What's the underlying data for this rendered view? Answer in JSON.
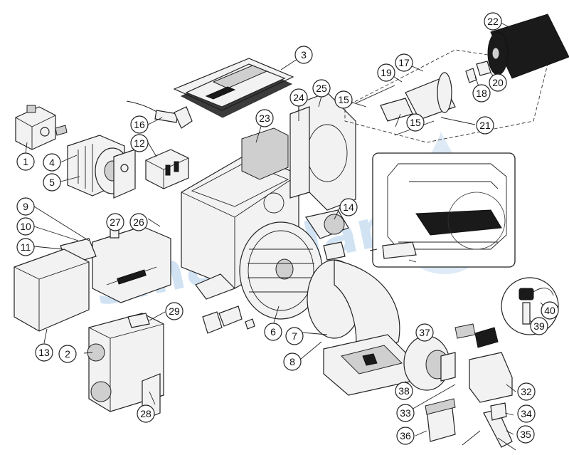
{
  "watermark": {
    "text": "SmartFlam",
    "color": "#6aa5d8"
  },
  "callouts": [
    {
      "label": "1"
    },
    {
      "label": "2"
    },
    {
      "label": "3"
    },
    {
      "label": "4"
    },
    {
      "label": "5"
    },
    {
      "label": "6"
    },
    {
      "label": "7"
    },
    {
      "label": "8"
    },
    {
      "label": "9"
    },
    {
      "label": "10"
    },
    {
      "label": "11"
    },
    {
      "label": "12"
    },
    {
      "label": "13"
    },
    {
      "label": "14"
    },
    {
      "label": "15"
    },
    {
      "label": "15"
    },
    {
      "label": "16"
    },
    {
      "label": "17"
    },
    {
      "label": "18"
    },
    {
      "label": "19"
    },
    {
      "label": "20"
    },
    {
      "label": "21"
    },
    {
      "label": "22"
    },
    {
      "label": "23"
    },
    {
      "label": "24"
    },
    {
      "label": "25"
    },
    {
      "label": "26"
    },
    {
      "label": "27"
    },
    {
      "label": "28"
    },
    {
      "label": "29"
    },
    {
      "label": "32"
    },
    {
      "label": "33"
    },
    {
      "label": "34"
    },
    {
      "label": "35"
    },
    {
      "label": "36"
    },
    {
      "label": "37"
    },
    {
      "label": "38"
    },
    {
      "label": "39"
    },
    {
      "label": "40"
    }
  ]
}
